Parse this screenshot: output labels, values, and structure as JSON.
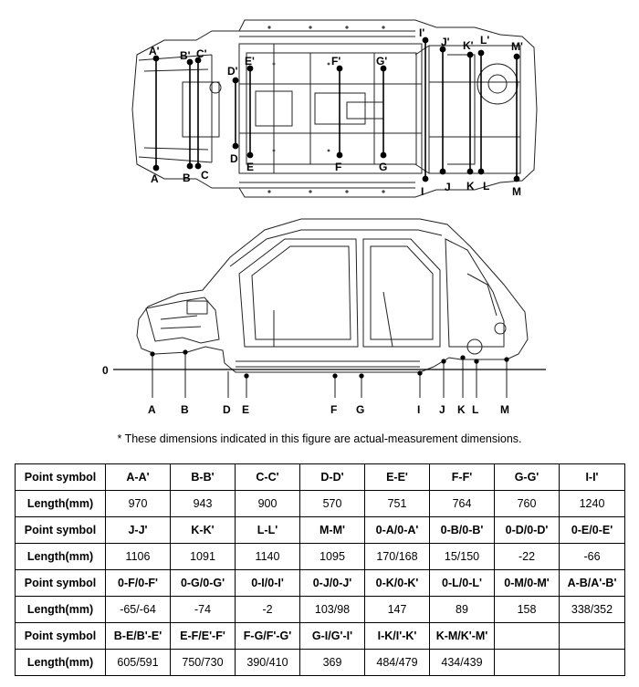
{
  "underbody": {
    "top_labels": [
      "A'",
      "B'",
      "C'",
      "D'",
      "E'",
      "F'",
      "G'",
      "I'",
      "J'",
      "K'",
      "L'",
      "M'"
    ],
    "bottom_labels": [
      "A",
      "B",
      "C",
      "D",
      "E",
      "F",
      "G",
      "I",
      "J",
      "K",
      "L",
      "M"
    ]
  },
  "side_view": {
    "zero_label": "0",
    "point_labels": [
      "A",
      "B",
      "D",
      "E",
      "F",
      "G",
      "I",
      "J",
      "K",
      "L",
      "M"
    ]
  },
  "note": "*  These dimensions indicated in this figure are actual-measurement dimensions.",
  "table": {
    "rows": [
      [
        "Point symbol",
        "A-A'",
        "B-B'",
        "C-C'",
        "D-D'",
        "E-E'",
        "F-F'",
        "G-G'",
        "I-I'"
      ],
      [
        "Length(mm)",
        "970",
        "943",
        "900",
        "570",
        "751",
        "764",
        "760",
        "1240"
      ],
      [
        "Point symbol",
        "J-J'",
        "K-K'",
        "L-L'",
        "M-M'",
        "0-A/0-A'",
        "0-B/0-B'",
        "0-D/0-D'",
        "0-E/0-E'"
      ],
      [
        "Length(mm)",
        "1106",
        "1091",
        "1140",
        "1095",
        "170/168",
        "15/150",
        "-22",
        "-66"
      ],
      [
        "Point symbol",
        "0-F/0-F'",
        "0-G/0-G'",
        "0-I/0-I'",
        "0-J/0-J'",
        "0-K/0-K'",
        "0-L/0-L'",
        "0-M/0-M'",
        "A-B/A'-B'"
      ],
      [
        "Length(mm)",
        "-65/-64",
        "-74",
        "-2",
        "103/98",
        "147",
        "89",
        "158",
        "338/352"
      ],
      [
        "Point symbol",
        "B-E/B'-E'",
        "E-F/E'-F'",
        "F-G/F'-G'",
        "G-I/G'-I'",
        "I-K/I'-K'",
        "K-M/K'-M'",
        "",
        ""
      ],
      [
        "Length(mm)",
        "605/591",
        "750/730",
        "390/410",
        "369",
        "484/479",
        "434/439",
        "",
        ""
      ]
    ]
  }
}
